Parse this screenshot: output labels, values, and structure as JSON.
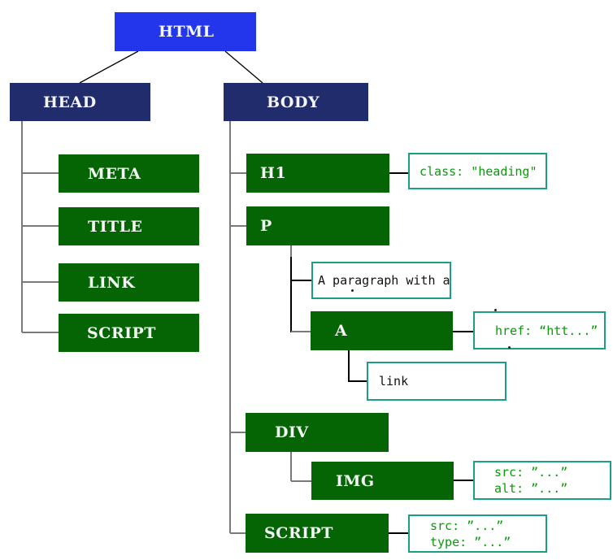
{
  "colors": {
    "blue": "#2336ec",
    "navy": "#202c6b",
    "green": "#056505",
    "teal": "#1b9e84",
    "anntext": "#0a9a0a",
    "gray": "#7a7a7a",
    "black": "#000000"
  },
  "tree": {
    "root": {
      "label": "HTML"
    },
    "head": {
      "label": "HEAD",
      "children": [
        {
          "label": "META"
        },
        {
          "label": "TITLE"
        },
        {
          "label": "LINK"
        },
        {
          "label": "SCRIPT"
        }
      ]
    },
    "body": {
      "label": "BODY",
      "h1": {
        "label": "H1",
        "attrs": "class: \"heading\""
      },
      "p": {
        "label": "P",
        "text": "A paragraph with a",
        "a": {
          "label": "A",
          "attrs": "href: “htt...”",
          "text": "link"
        }
      },
      "div": {
        "label": "DIV",
        "img": {
          "label": "IMG",
          "attrs": [
            "src: ”...”",
            "alt: ”...”"
          ]
        }
      },
      "script": {
        "label": "SCRIPT",
        "attrs": [
          "src: ”...”",
          "type: ”...”"
        ]
      }
    }
  }
}
